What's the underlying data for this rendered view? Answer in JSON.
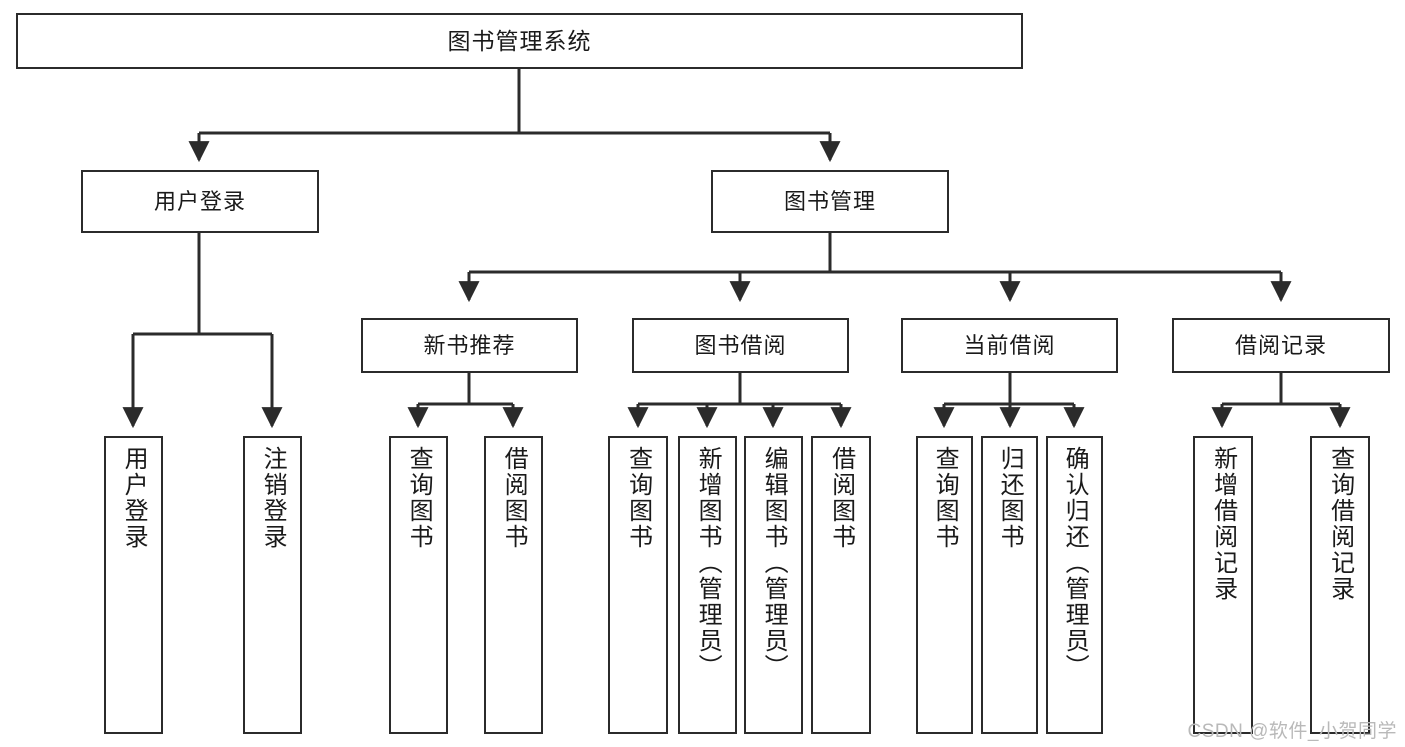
{
  "diagram": {
    "title": "图书管理系统",
    "type": "tree",
    "watermark": "CSDN @软件_小贺同学",
    "colors": {
      "box_border": "#2b2b2b",
      "box_fill": "#ffffff",
      "connector": "#2b2b2b",
      "text": "#1a1a1a",
      "watermark": "#b9b9b9"
    },
    "nodes": {
      "root": {
        "label": "图书管理系统"
      },
      "level2": [
        {
          "id": "user-login",
          "label": "用户登录"
        },
        {
          "id": "book-manage",
          "label": "图书管理"
        }
      ],
      "level3": [
        {
          "id": "new-book-recommend",
          "label": "新书推荐"
        },
        {
          "id": "book-borrow",
          "label": "图书借阅"
        },
        {
          "id": "current-borrow",
          "label": "当前借阅"
        },
        {
          "id": "borrow-record",
          "label": "借阅记录"
        }
      ],
      "leaves": {
        "user-login": [
          {
            "id": "leaf-user-login",
            "label": "用户登录"
          },
          {
            "id": "leaf-logout-login",
            "label": "注销登录"
          }
        ],
        "new-book-recommend": [
          {
            "id": "leaf-query-book-1",
            "label": "查询图书"
          },
          {
            "id": "leaf-borrow-book-1",
            "label": "借阅图书"
          }
        ],
        "book-borrow": [
          {
            "id": "leaf-query-book-2",
            "label": "查询图书"
          },
          {
            "id": "leaf-add-book",
            "label": "新增图书（管理员）"
          },
          {
            "id": "leaf-edit-book",
            "label": "编辑图书（管理员）"
          },
          {
            "id": "leaf-borrow-book-2",
            "label": "借阅图书"
          }
        ],
        "current-borrow": [
          {
            "id": "leaf-query-book-3",
            "label": "查询图书"
          },
          {
            "id": "leaf-return-book",
            "label": "归还图书"
          },
          {
            "id": "leaf-confirm-return",
            "label": "确认归还（管理员）"
          }
        ],
        "borrow-record": [
          {
            "id": "leaf-add-record",
            "label": "新增借阅记录"
          },
          {
            "id": "leaf-query-record",
            "label": "查询借阅记录"
          }
        ]
      }
    }
  }
}
